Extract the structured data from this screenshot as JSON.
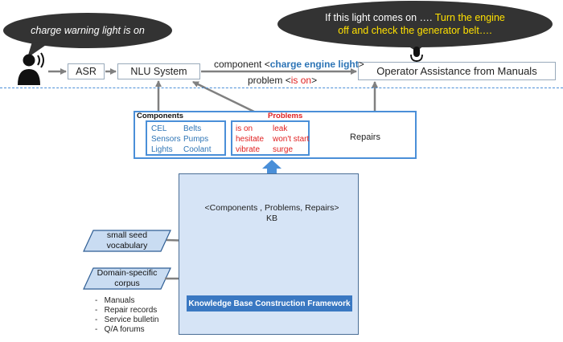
{
  "bubbles": {
    "user_speech": "charge warning light is on",
    "assistant_line1_a": "If this light comes on …. ",
    "assistant_line1_b": "Turn the engine",
    "assistant_line2": "off and check the generator belt…."
  },
  "pipeline": {
    "asr": "ASR",
    "nlu": "NLU System",
    "operator_assistance": "Operator Assistance from Manuals",
    "component_prefix": "component <",
    "component_value": "charge engine light",
    "component_suffix": ">",
    "problem_prefix": "problem <",
    "problem_value": "is on",
    "problem_suffix": ">"
  },
  "kb_panel": {
    "components_title": "Components",
    "problems_title": "Problems",
    "components_col1": [
      "CEL",
      "Sensors",
      "Lights"
    ],
    "components_col2": [
      "Belts",
      "Pumps",
      "Coolant"
    ],
    "problems_col1": [
      "is on",
      "hesitate",
      "vibrate"
    ],
    "problems_col2": [
      "leak",
      "won't start",
      "surge"
    ],
    "repairs": "Repairs"
  },
  "construction": {
    "kb_line1": "<Components , Problems, Repairs>",
    "kb_line2": "KB",
    "seed_line1": "small seed",
    "seed_line2": "vocabulary",
    "corpus_line1": "Domain-specific",
    "corpus_line2": "corpus",
    "framework": "Knowledge Base Construction Framework",
    "sources": [
      "Manuals",
      "Repair records",
      "Service bulletin",
      "Q/A forums"
    ]
  },
  "colors": {
    "accent_blue": "#4a8fd8",
    "text_blue": "#2e75b6",
    "text_red": "#e02020",
    "bubble_dark": "#333333",
    "highlight_yellow": "#ffe000",
    "kb_panel_fill": "#d6e4f6",
    "framework_fill": "#3a78c2",
    "parallelogram_fill": "#c9dcf2"
  },
  "icons": {
    "speaker": "speaking-person-icon",
    "microphone": "microphone-icon",
    "gears": "gears-icon"
  }
}
